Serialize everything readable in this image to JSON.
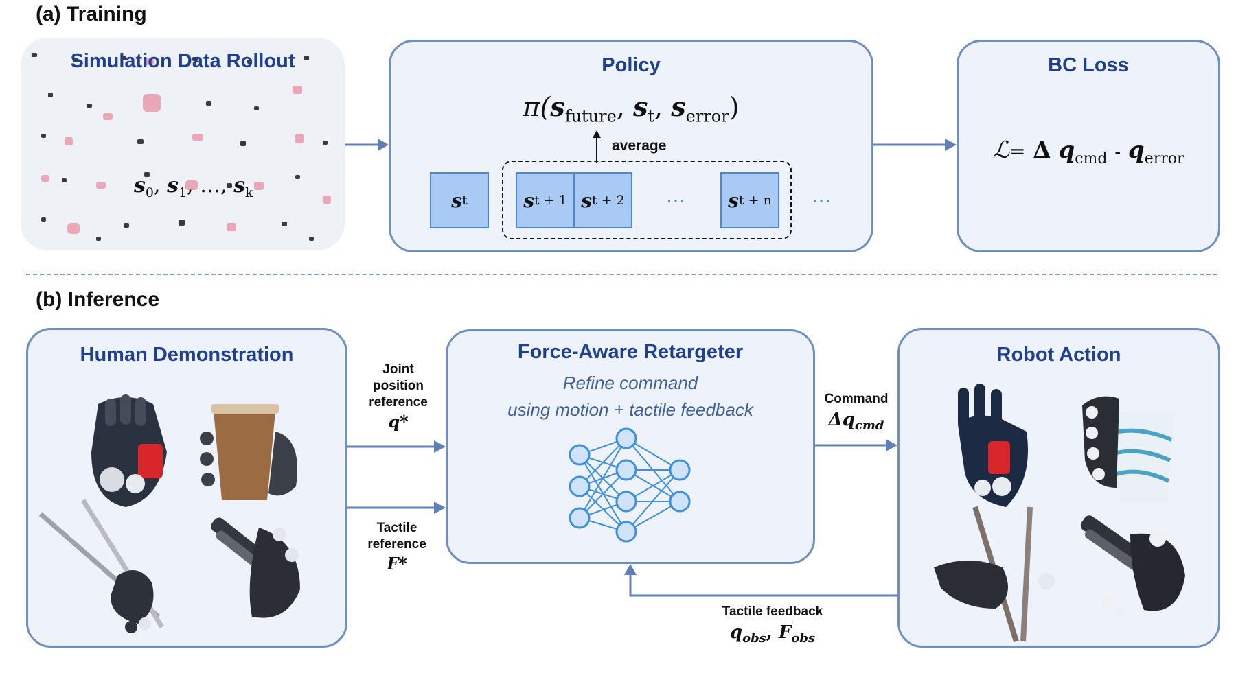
{
  "training": {
    "section_label": "(a) Training",
    "sim": {
      "title": "Simulation Data Rollout",
      "s_sym": "s",
      "sub0": "0",
      "sub1": "1",
      "ellipsis": ", …, ",
      "subk": "k"
    },
    "policy": {
      "title": "Policy",
      "pi": "π(",
      "s": "s",
      "sub_future": "future",
      "sub_t": "t",
      "sub_error": "error",
      "close": ")",
      "average_label": "average",
      "state_sub_t": "t",
      "state_sub_t1": "t + 1",
      "state_sub_t2": "t + 2",
      "state_sub_tn": "t + n",
      "dots": "…"
    },
    "bc_loss": {
      "title": "BC Loss",
      "script_l": "ℒ",
      "eq": "=",
      "delta": "Δ",
      "q": "q",
      "sub_cmd": "cmd",
      "minus": "-",
      "sub_error": "error"
    }
  },
  "inference": {
    "section_label": "(b) Inference",
    "human": {
      "title": "Human Demonstration"
    },
    "joint": {
      "line1": "Joint",
      "line2": "position",
      "line3": "reference",
      "sym": "q*"
    },
    "tactile_ref": {
      "line1": "Tactile",
      "line2": "reference",
      "sym": "F*"
    },
    "retargeter": {
      "title": "Force-Aware Retargeter",
      "desc_line1": "Refine command",
      "desc_line2": "using motion + tactile feedback"
    },
    "command": {
      "label": "Command",
      "sym": "Δq",
      "sub": "cmd"
    },
    "feedback": {
      "label": "Tactile feedback",
      "q": "q",
      "q_sub": "obs",
      "F": "F",
      "F_sub": "obs"
    },
    "robot": {
      "title": "Robot Action"
    }
  },
  "colors": {
    "box_fill": "#eef3fb",
    "box_border": "#6f8ec2",
    "title_blue": "#1f3f8f",
    "state_fill": "#a9caf4",
    "nn_blue": "#3f8fe0",
    "arrow": "#5f7fb8"
  }
}
